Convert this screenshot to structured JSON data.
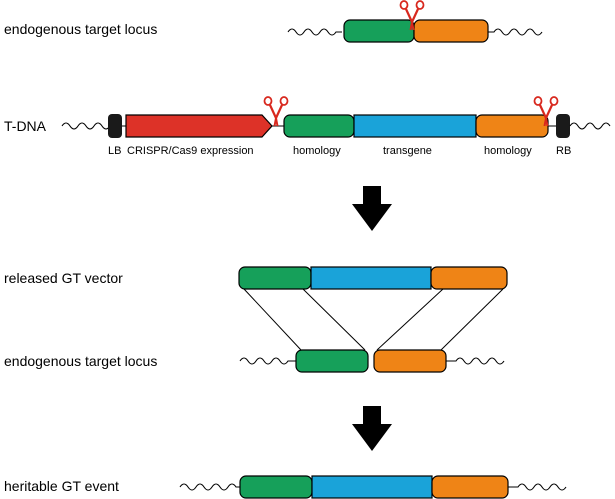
{
  "labels": {
    "row1": "endogenous target locus",
    "row2": "T-DNA",
    "row3": "released GT vector",
    "row4": "endogenous target locus",
    "row5": "heritable GT event"
  },
  "tdna_parts": {
    "lb": "LB",
    "cas9": "CRISPR/Cas9 expression",
    "homology_left": "homology",
    "transgene": "transgene",
    "homology_right": "homology",
    "rb": "RB"
  },
  "colors": {
    "homology_left": "#16a05a",
    "homology_right": "#ef8416",
    "transgene": "#1aa3d9",
    "cas9": "#dd3228",
    "border": "#1a1a1a",
    "scissors": "#d8281e",
    "arrow": "#000000"
  },
  "icons": [
    "scissors-icon",
    "down-arrow-icon"
  ]
}
